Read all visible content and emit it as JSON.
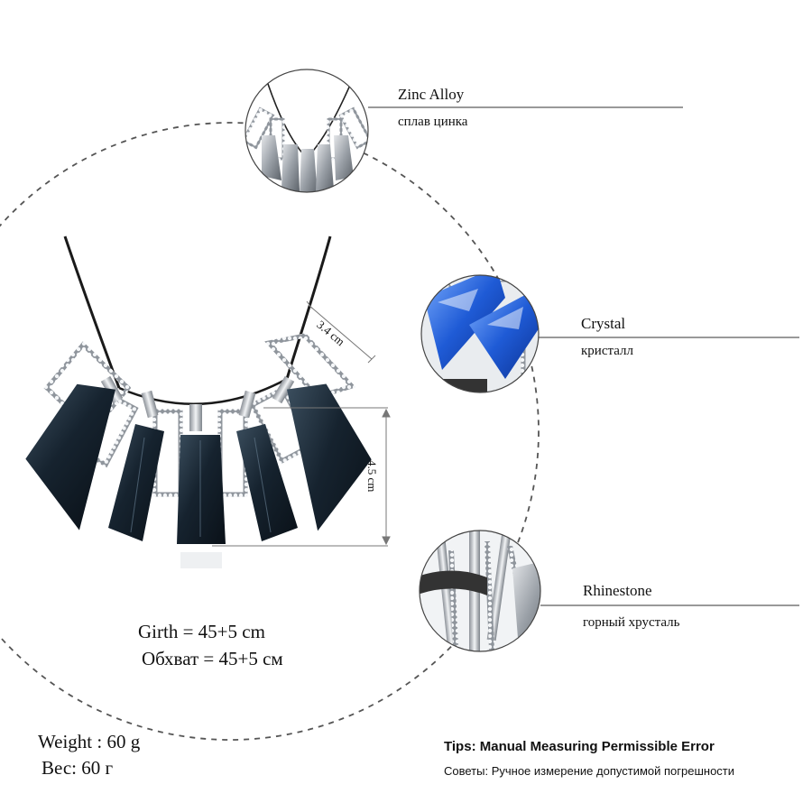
{
  "callouts": {
    "zinc": {
      "en": "Zinc Alloy",
      "ru": "сплав цинка"
    },
    "crystal": {
      "en": "Crystal",
      "ru": "кристалл"
    },
    "rhinestone": {
      "en": "Rhinestone",
      "ru": "горный хрусталь"
    }
  },
  "dimensions": {
    "width": "3.4 cm",
    "height": "4.5 cm"
  },
  "girth": {
    "en": "Girth = 45+5 cm",
    "ru": "Обхват = 45+5 см"
  },
  "weight": {
    "en": "Weight : 60 g",
    "ru": "Вес: 60 г"
  },
  "tips": {
    "en": "Tips: Manual Measuring Permissible Error",
    "ru": "Советы: Ручное измерение допустимой погрешности"
  },
  "colors": {
    "stone_dark": "#16232f",
    "stone_blue": "#1f5bd6",
    "metal": "#c8cbd0",
    "rhinestone": "#e9ecef"
  },
  "icons": {
    "main": "necklace-image",
    "zinc": "zinc-alloy-closeup-image",
    "crystal": "crystal-closeup-image",
    "rhinestone": "rhinestone-closeup-image"
  }
}
